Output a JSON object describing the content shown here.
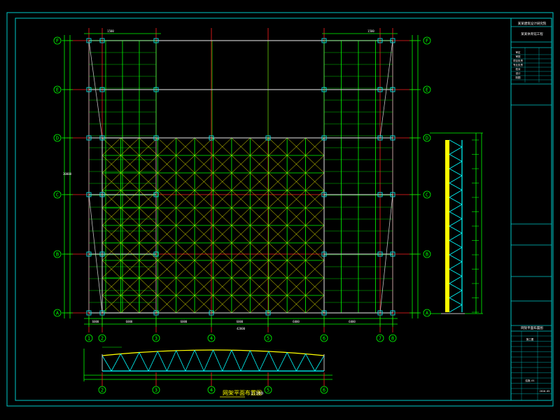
{
  "drawing": {
    "plan_title": "网架平面布置图",
    "plan_scale": "1:100",
    "total_dim": "42000",
    "bay_dims": [
      "6000",
      "6000",
      "6000",
      "6000",
      "6000",
      "6000"
    ],
    "side_dims": [
      "1500",
      "1500"
    ],
    "height_dim": "30000",
    "row_axes": [
      "F",
      "E",
      "D",
      "C",
      "B",
      "A"
    ],
    "col_axes": [
      "1",
      "2",
      "3",
      "4",
      "5",
      "6",
      "7",
      "8"
    ]
  },
  "title_block": {
    "company": "某某建筑设计研究院",
    "project": "某某体育馆工程",
    "drawing_name": "网架平面布置图",
    "stage": "施工图",
    "drawing_no": "结施-01",
    "date": "2010.05",
    "rows": [
      "审定",
      "审核",
      "项目负责",
      "专业负责",
      "校对",
      "设计",
      "制图"
    ]
  },
  "colors": {
    "frame": "#00c8c8",
    "axis": "#ff2020",
    "grid_main": "#00ff00",
    "truss": "#ffff00",
    "column": "#c0c0c0",
    "text_white": "#ffffff"
  }
}
